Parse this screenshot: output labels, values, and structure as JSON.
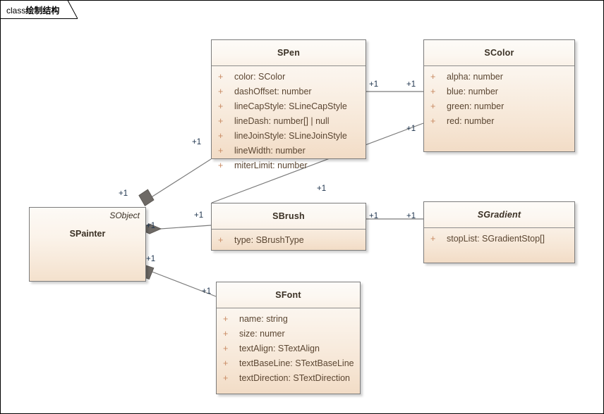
{
  "diagram": {
    "tab_keyword": "class",
    "tab_title": "绘制结构",
    "colors": {
      "class_border": "#7b7b7b",
      "class_fill_top": "#fdfaf6",
      "class_fill_bottom": "#f2dcc6",
      "visibility_marker": "#c88a62",
      "attribute_text": "#5b4632",
      "class_name_text": "#3a3024",
      "multiplicity_text": "#20364f",
      "connector_line": "#7a7a7a",
      "diamond_fill": "#6e6a66"
    }
  },
  "classes": {
    "spainter": {
      "name": "SPainter",
      "stereotype": "SObject",
      "attributes": []
    },
    "spen": {
      "name": "SPen",
      "attributes": [
        {
          "visibility": "+",
          "text": "color: SColor"
        },
        {
          "visibility": "+",
          "text": "dashOffset: number"
        },
        {
          "visibility": "+",
          "text": "lineCapStyle: SLineCapStyle"
        },
        {
          "visibility": "+",
          "text": "lineDash: number[] | null"
        },
        {
          "visibility": "+",
          "text": "lineJoinStyle: SLineJoinStyle"
        },
        {
          "visibility": "+",
          "text": "lineWidth: number"
        },
        {
          "visibility": "+",
          "text": "miterLimit: number"
        }
      ]
    },
    "scolor": {
      "name": "SColor",
      "attributes": [
        {
          "visibility": "+",
          "text": "alpha: number"
        },
        {
          "visibility": "+",
          "text": "blue: number"
        },
        {
          "visibility": "+",
          "text": "green: number"
        },
        {
          "visibility": "+",
          "text": "red: number"
        }
      ]
    },
    "sbrush": {
      "name": "SBrush",
      "attributes": [
        {
          "visibility": "+",
          "text": "type: SBrushType"
        }
      ]
    },
    "sgradient": {
      "name": "SGradient",
      "abstract": true,
      "attributes": [
        {
          "visibility": "+",
          "text": "stopList: SGradientStop[]"
        }
      ]
    },
    "sfont": {
      "name": "SFont",
      "attributes": [
        {
          "visibility": "+",
          "text": "name: string"
        },
        {
          "visibility": "+",
          "text": "size: numer"
        },
        {
          "visibility": "+",
          "text": "textAlign: STextAlign"
        },
        {
          "visibility": "+",
          "text": "textBaseLine: STextBaseLine"
        },
        {
          "visibility": "+",
          "text": "textDirection: STextDirection"
        }
      ]
    }
  },
  "multiplicities": {
    "painter_pen_source": "+1",
    "painter_pen_target": "+1",
    "painter_brush_source": "+1",
    "painter_brush_target": "+1",
    "painter_font_source": "+1",
    "painter_font_target": "+1",
    "pen_color_source": "+1",
    "pen_color_target": "+1",
    "brush_color_source": "+1",
    "brush_color_target": "+1",
    "brush_gradient_source": "+1",
    "brush_gradient_target": "+1"
  }
}
